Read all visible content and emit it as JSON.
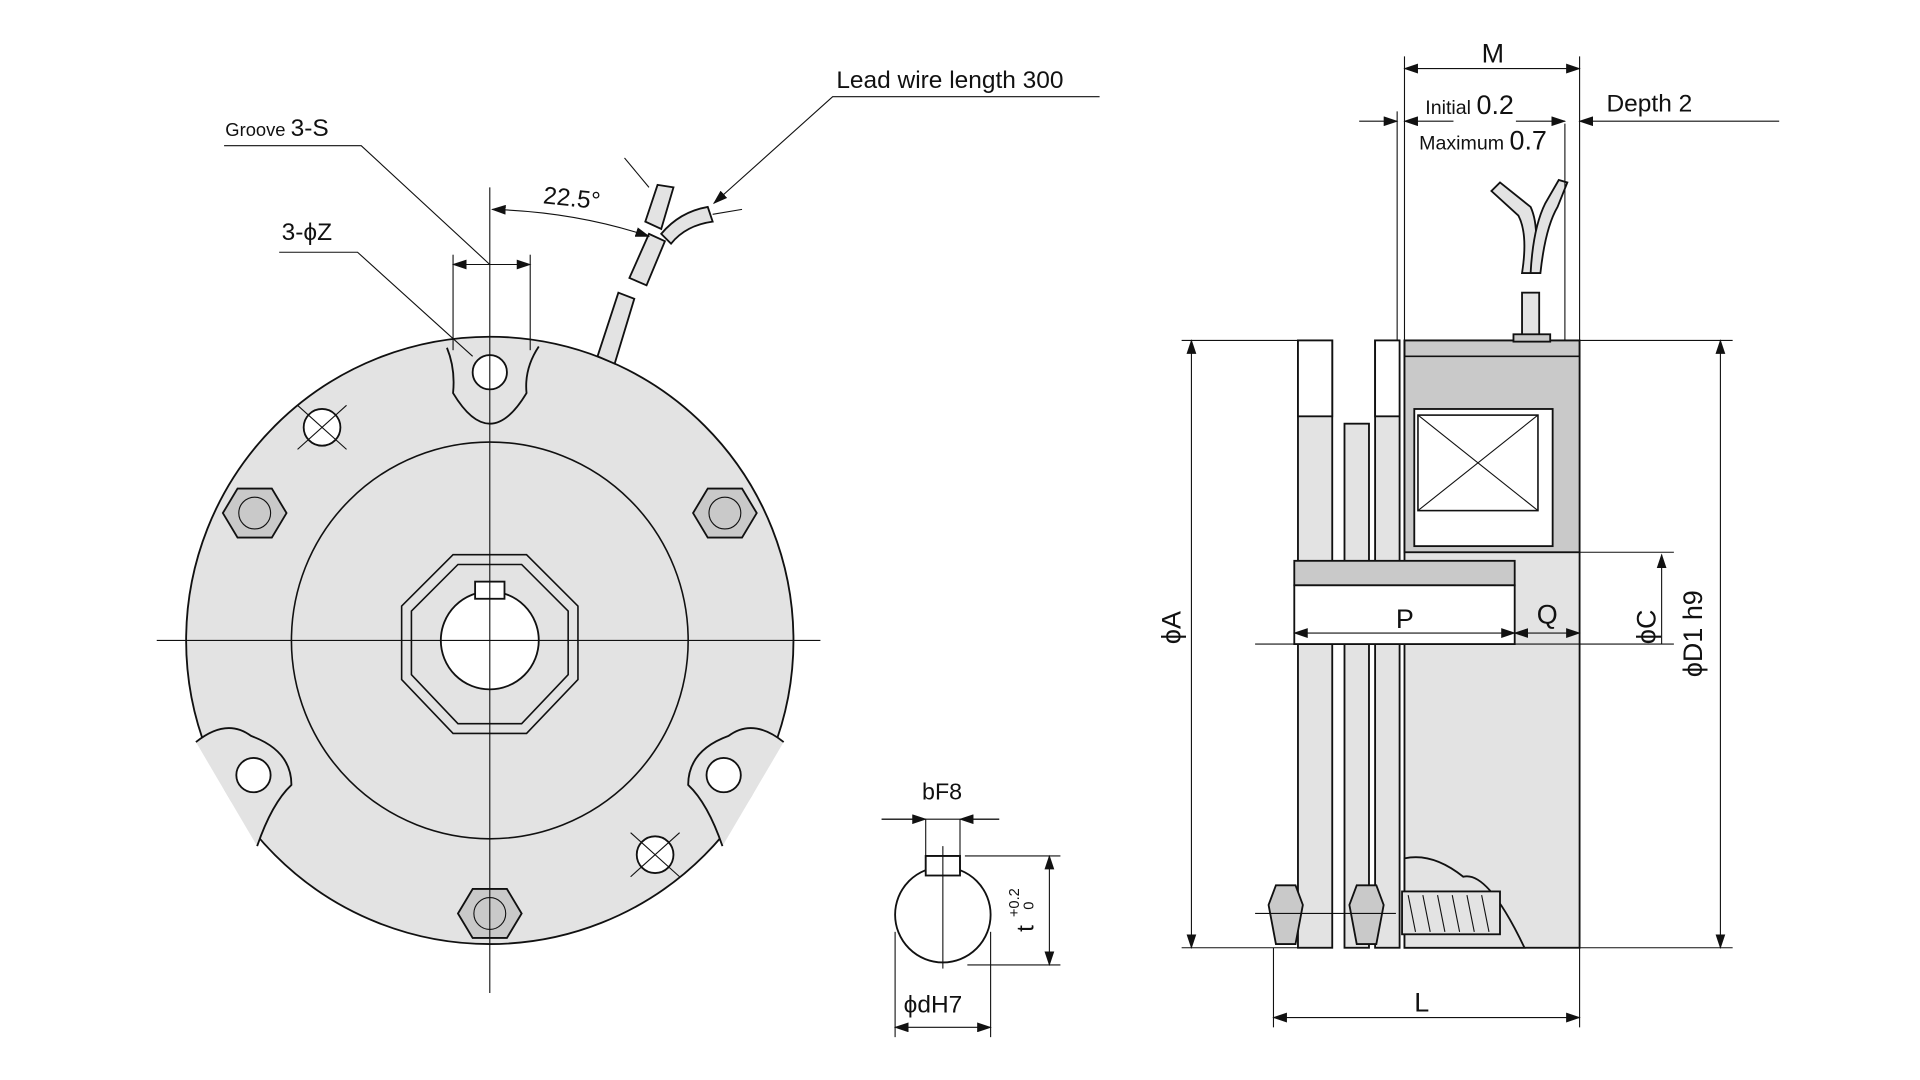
{
  "labels": {
    "lead_wire": "Lead wire length 300",
    "groove": "Groove",
    "groove_value": "3-S",
    "holes": "3-ϕZ",
    "angle": "22.5°",
    "bF8": "bF8",
    "t": "t",
    "t_tol_upper": "+0.2",
    "t_tol_lower": "0",
    "dH7": "ϕdH7",
    "M": "M",
    "initial": "Initial",
    "initial_value": "0.2",
    "maximum": "Maximum",
    "maximum_value": "0.7",
    "depth": "Depth 2",
    "phiA": "ϕA",
    "P": "P",
    "Q": "Q",
    "phiC": "ϕC",
    "phiD1": "ϕD1 h9",
    "L": "L"
  }
}
